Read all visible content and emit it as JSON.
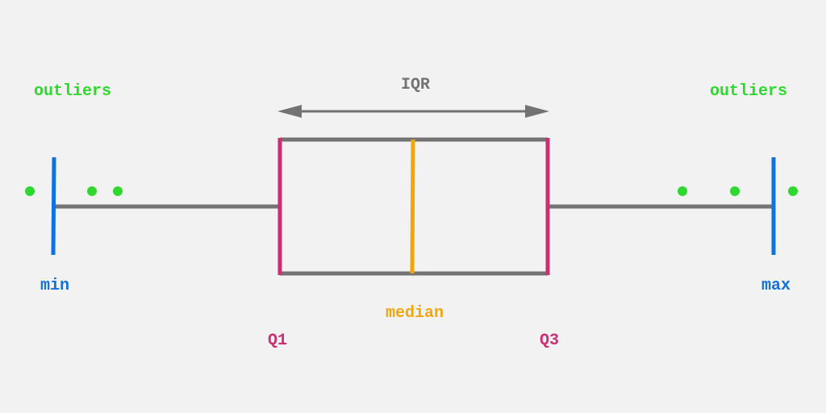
{
  "labels": {
    "outliers_left": "outliers",
    "outliers_right": "outliers",
    "iqr": "IQR",
    "min": "min",
    "max": "max",
    "median": "median",
    "q1": "Q1",
    "q3": "Q3"
  },
  "colors": {
    "background": "#f2f2f2",
    "whisker": "#737373",
    "box": "#737373",
    "quartile": "#cc2e72",
    "median": "#f5a50c",
    "minmax": "#0f72e0",
    "outlier": "#2ed82e",
    "iqr_label": "#737373"
  }
}
